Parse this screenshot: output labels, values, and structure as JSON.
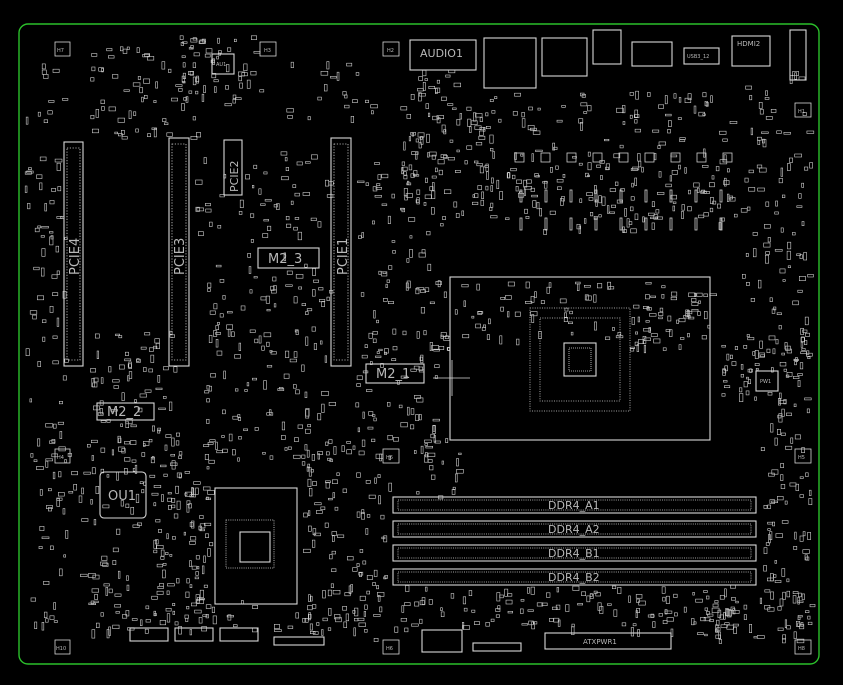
{
  "board": {
    "outline_color": "#2bbf2b",
    "background_color": "#000000",
    "silk_color": "#d8d8d8",
    "label_color": "#b8b8b8"
  },
  "labels": {
    "audio": "AUDIO1",
    "hdmi": "HDMI2",
    "au1": "AU1",
    "pcie4": "PCIE4",
    "pcie3": "PCIE3",
    "pcie2": "PCIE2",
    "pcie1": "PCIE1",
    "m2_3": "M2_3",
    "m2_1": "M2_1",
    "m2_2": "M2_2",
    "ou1": "OU1",
    "pw1": "PW1",
    "ddr_a1": "DDR4_A1",
    "ddr_a2": "DDR4_A2",
    "ddr_b1": "DDR4_B1",
    "ddr_b2": "DDR4_B2",
    "atx": "ATXPWR1",
    "usb": "USB3_12"
  },
  "holes": [
    "H7",
    "H3",
    "H2",
    "H1",
    "H4",
    "H6",
    "H5",
    "H8",
    "H10"
  ]
}
